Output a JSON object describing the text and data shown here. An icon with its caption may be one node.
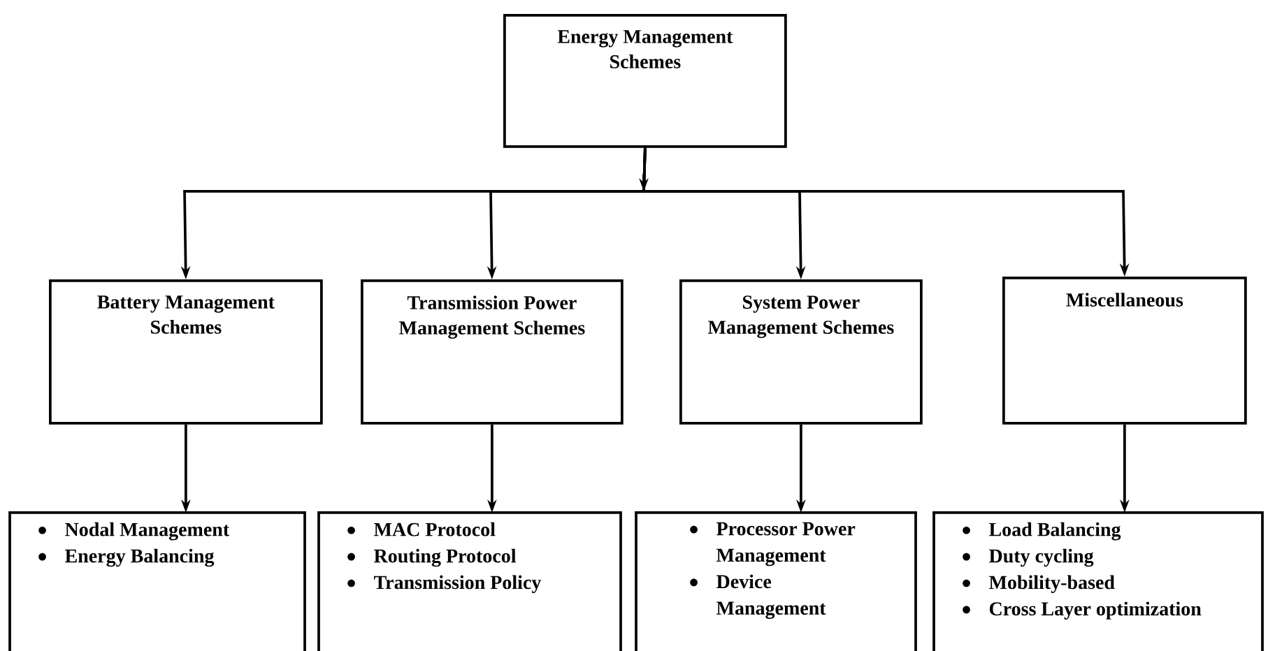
{
  "diagram": {
    "nodes": [
      {
        "text": [
          "Energy Management Schemes"
        ]
      },
      {
        "text": [
          "Battery Management Schemes"
        ]
      },
      {
        "text": [
          "Transmission Power Management Schemes"
        ]
      },
      {
        "text": [
          "System Power Management Schemes"
        ]
      },
      {
        "text": [
          "Miscellaneous"
        ]
      },
      {
        "text": [
          "Nodal Management",
          "Energy Balancing"
        ]
      },
      {
        "text": [
          "MAC Protocol",
          "Routing Protocol",
          "Transmission Policy"
        ]
      },
      {
        "text": [
          "Processor Power Management",
          "Device Management"
        ]
      },
      {
        "text": [
          "Load Balancing",
          "Duty cycling",
          "Mobility-based",
          "Cross Layer optimization"
        ]
      }
    ],
    "edges": [
      {
        "from": 0,
        "to": 1,
        "arrow": "to"
      },
      {
        "from": 0,
        "to": 2,
        "arrow": "to"
      },
      {
        "from": 0,
        "to": 3,
        "arrow": "to"
      },
      {
        "from": 0,
        "to": 4,
        "arrow": "to"
      },
      {
        "from": 1,
        "to": 5,
        "arrow": "to"
      },
      {
        "from": 2,
        "to": 6,
        "arrow": "to"
      },
      {
        "from": 3,
        "to": 7,
        "arrow": "to"
      },
      {
        "from": 4,
        "to": 8,
        "arrow": "to"
      }
    ]
  }
}
